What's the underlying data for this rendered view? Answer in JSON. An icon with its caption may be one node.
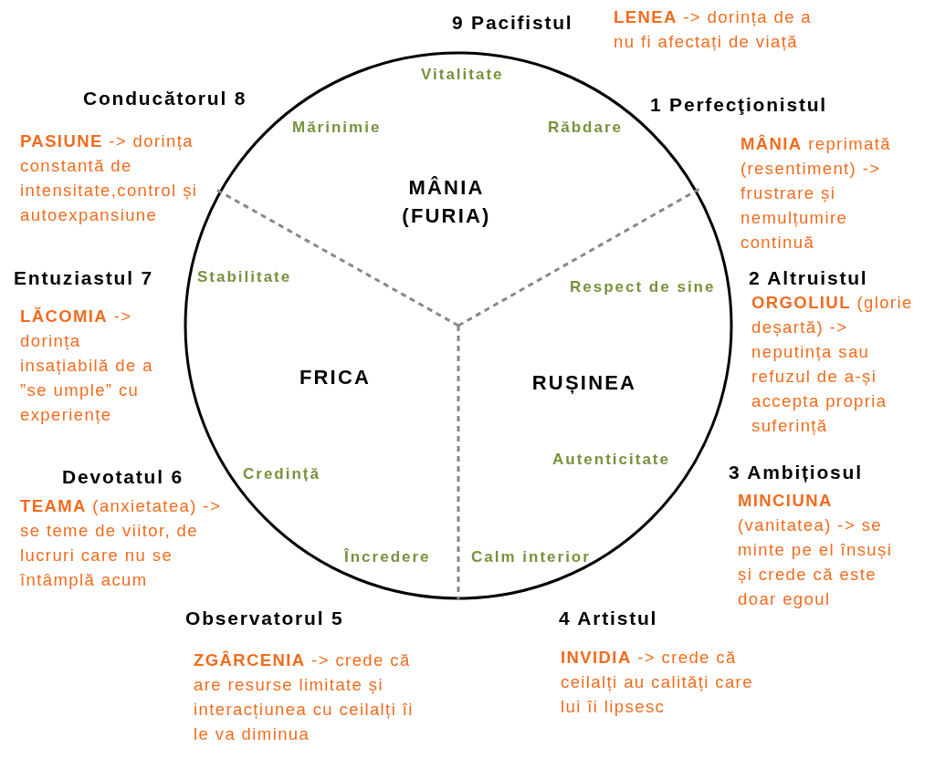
{
  "diagram": {
    "nodes": [
      {
        "text": [],
        "shape": "circle"
      }
    ],
    "labels": [
      "9 Pacifistul",
      "**LENEA** -> dorința de a nu fi afectați de viață",
      "Vitalitate",
      "Conducătorul 8",
      "1 Perfecţionistul",
      "Mărinimie",
      "Răbdare",
      "**PASIUNE** -> dorința constantă de intensitate,control și autoexpansiune",
      "**MÂNIA** reprimată (resentiment) -> frustrare și nemulțumire continuă",
      "MÂNIA (FURIA)",
      "Entuziastul 7",
      "Stabilitate",
      "Respect de sine",
      "2 Altruistul",
      "**LĂCOMIA** -> dorința insațiabilă de a ”se umple” cu experiențe",
      "**ORGOLIUL** (glorie deșartă) -> neputința sau refuzul de a-și accepta propria suferință",
      "FRICA",
      "RUȘINEA",
      "Devotatul 6",
      "Credință",
      "Autenticitate",
      "3 Ambițiosul",
      "**TEAMA** (anxietatea) -> se teme de viitor, de lucruri care nu se întâmplă acum",
      "**MINCIUNA** (vanitatea) -> se minte pe el însuși și crede că este doar egoul",
      "Încredere",
      "Calm interior",
      "Observatorul 5",
      "4 Artistul",
      "**ZGÂRCENIA** -> crede că are resurse limitate și interacțiunea cu ceilalți îi le va diminua",
      "**INVIDIA** -> crede că ceilalți au calități care lui îi lipsesc"
    ]
  }
}
